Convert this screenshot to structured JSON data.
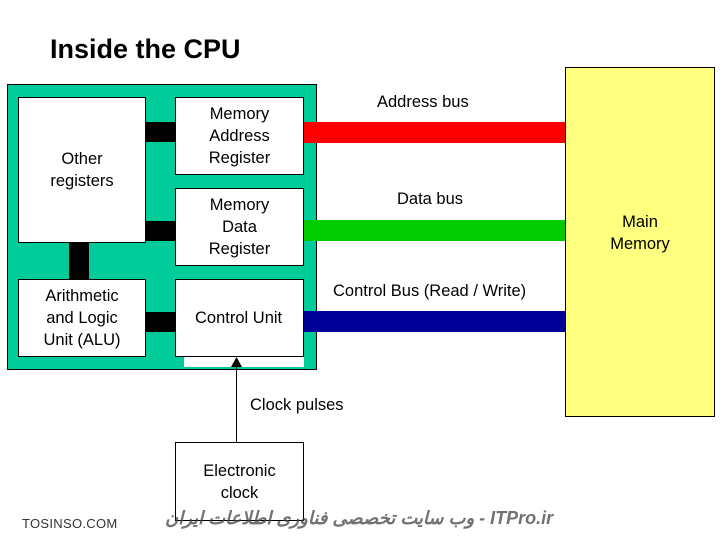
{
  "title": "Inside the CPU",
  "colors": {
    "cpu_background": "#00cc99",
    "address_bus": "#ff0000",
    "data_bus": "#00cc00",
    "control_bus": "#000099",
    "main_memory": "#ffff80"
  },
  "components": {
    "other_registers": [
      "Other",
      "registers"
    ],
    "alu": [
      "Arithmetic",
      "and Logic",
      "Unit (ALU)"
    ],
    "mar": [
      "Memory",
      "Address",
      "Register"
    ],
    "mdr": [
      "Memory",
      "Data",
      "Register"
    ],
    "control_unit": "Control Unit",
    "main_memory": [
      "Main",
      "Memory"
    ],
    "electronic_clock": [
      "Electronic",
      "clock"
    ]
  },
  "buses": {
    "address": "Address bus",
    "data": "Data bus",
    "control": "Control Bus (Read / Write)"
  },
  "clock_pulses": "Clock pulses",
  "footer": {
    "left": "TOSINSO.COM",
    "right": "ITPro.ir - وب سایت تخصصی فناوری اطلاعات ایران"
  }
}
